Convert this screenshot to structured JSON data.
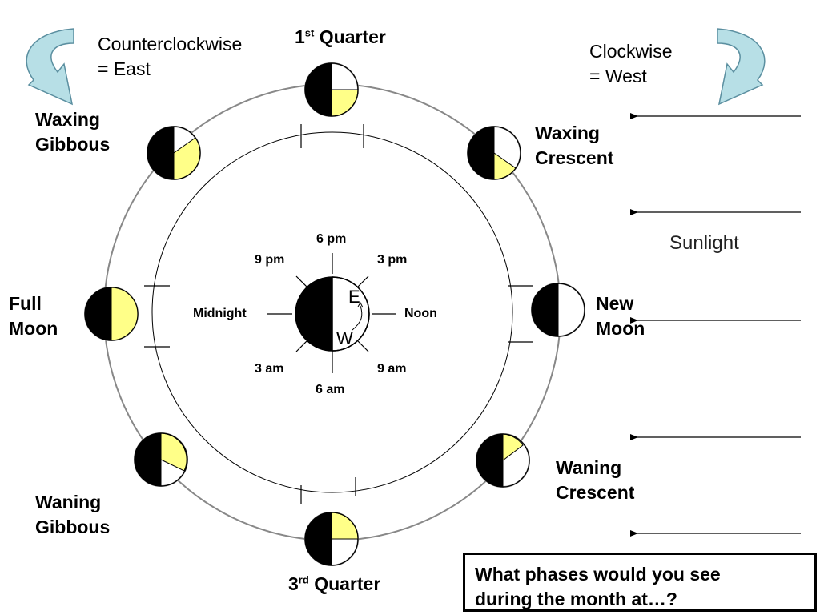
{
  "top_left": {
    "line1": "Counterclockwise",
    "line2": "= East"
  },
  "top_right": {
    "line1": "Clockwise",
    "line2": "= West"
  },
  "phases": {
    "first_quarter": {
      "num": "1",
      "sup": "st",
      "word": "Quarter"
    },
    "third_quarter": {
      "num": "3",
      "sup": "rd",
      "word": "Quarter"
    },
    "waxing_gibbous": {
      "line1": "Waxing",
      "line2": "Gibbous"
    },
    "waxing_crescent": {
      "line1": "Waxing",
      "line2": "Crescent"
    },
    "full_moon": {
      "line1": "Full",
      "line2": "Moon"
    },
    "new_moon": {
      "line1": "New",
      "line2": "Moon"
    },
    "waning_gibbous": {
      "line1": "Waning",
      "line2": "Gibbous"
    },
    "waning_crescent": {
      "line1": "Waning",
      "line2": "Crescent"
    }
  },
  "earth_times": {
    "six_pm": "6 pm",
    "nine_pm": "9 pm",
    "three_pm": "3 pm",
    "midnight": "Midnight",
    "noon": "Noon",
    "three_am": "3 am",
    "nine_am": "9 am",
    "six_am": "6 am"
  },
  "earth_dirs": {
    "east": "E",
    "west": "W"
  },
  "sunlight": "Sunlight",
  "question": {
    "line1": "What phases would you see",
    "line2": "during the month at…?"
  },
  "colors": {
    "lit": "#ffff88",
    "dark": "#000000",
    "arrow_fill": "#b7dfe6",
    "arrow_stroke": "#5b8fa0",
    "orbit": "#888888"
  }
}
